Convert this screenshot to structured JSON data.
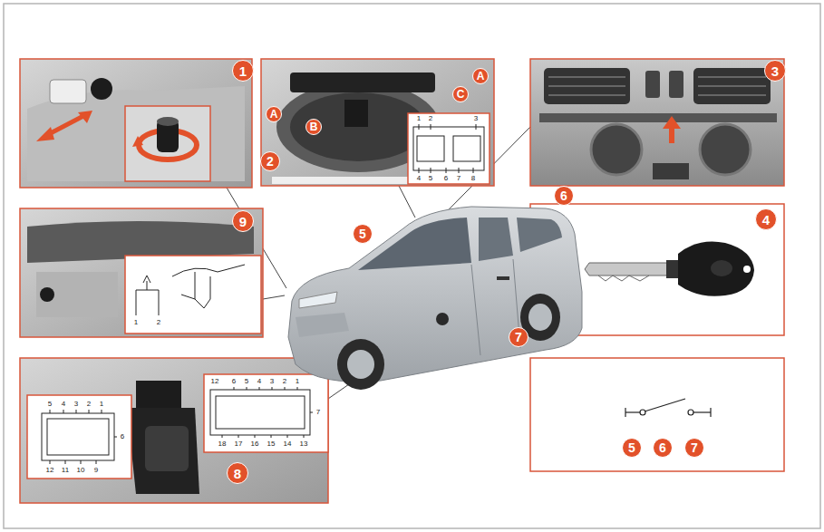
{
  "diagram": {
    "nodes": [
      {
        "text": [
          "1"
        ]
      },
      {
        "text": [
          "2"
        ]
      },
      {
        "text": [
          "A"
        ]
      },
      {
        "text": [
          "B"
        ]
      },
      {
        "text": [
          "A"
        ]
      },
      {
        "text": [
          "C"
        ]
      },
      {
        "text": [
          "3"
        ]
      },
      {
        "text": [
          "4"
        ]
      },
      {
        "text": [
          "5"
        ]
      },
      {
        "text": [
          "6"
        ]
      },
      {
        "text": [
          "7"
        ]
      },
      {
        "text": [
          "9"
        ]
      },
      {
        "text": [
          "8"
        ]
      },
      {
        "text": [
          "5"
        ]
      },
      {
        "text": [
          "6"
        ]
      },
      {
        "text": [
          "7"
        ]
      }
    ],
    "labels": [
      "1",
      "2",
      "3",
      "4",
      "5",
      "6",
      "7",
      "8",
      "1",
      "2",
      "5",
      "4",
      "3",
      "2",
      "1",
      "6",
      "12",
      "11",
      "10",
      "9",
      "12",
      "6",
      "5",
      "4",
      "3",
      "2",
      "1",
      "7",
      "18",
      "17",
      "16",
      "15",
      "14",
      "13"
    ]
  }
}
